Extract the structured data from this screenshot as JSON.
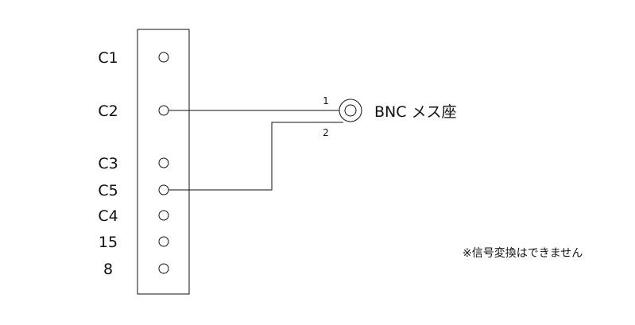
{
  "terminal_block": {
    "terminals": [
      {
        "label": "C1"
      },
      {
        "label": "C2"
      },
      {
        "label": "C3"
      },
      {
        "label": "C5"
      },
      {
        "label": "C4"
      },
      {
        "label": "15"
      },
      {
        "label": "8"
      }
    ]
  },
  "connector": {
    "label": "BNC メス座",
    "pin1": "1",
    "pin2": "2"
  },
  "note": "※信号変換はできません",
  "colors": {
    "line": "#111111",
    "background": "#ffffff"
  }
}
